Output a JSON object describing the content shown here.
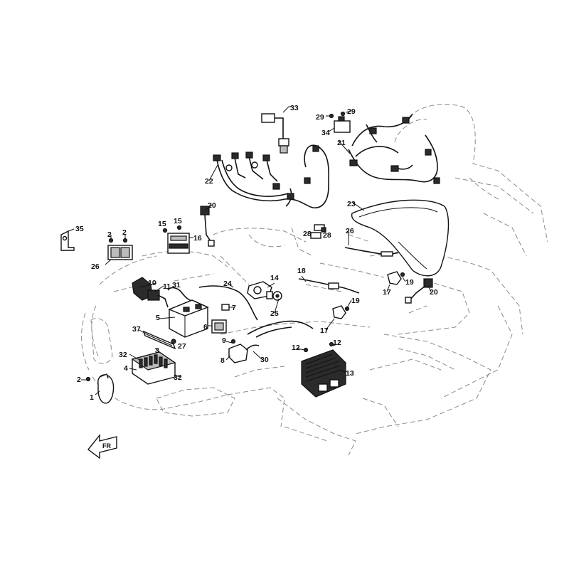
{
  "callouts": {
    "c33": "33",
    "c29a": "29",
    "c29b": "29",
    "c34": "34",
    "c21": "21",
    "c22": "22",
    "c20a": "20",
    "c35": "35",
    "c15a": "15",
    "c15b": "15",
    "c16": "16",
    "c2a": "2",
    "c2b": "2",
    "c26a": "26",
    "c23": "23",
    "c28a": "28",
    "c28b": "28",
    "c26b": "26",
    "c10": "10",
    "c11": "11",
    "c31": "31",
    "c24": "24",
    "c14": "14",
    "c18": "18",
    "c17a": "17",
    "c19a": "19",
    "c20b": "20",
    "c7": "7",
    "c5": "5",
    "c6": "6",
    "c25": "25",
    "c19b": "19",
    "c17b": "17",
    "c37": "37",
    "c27": "27",
    "c3": "3",
    "c32a": "32",
    "c9": "9",
    "c8": "8",
    "c30": "30",
    "c12a": "12",
    "c12b": "12",
    "c4": "4",
    "c32b": "32",
    "c13": "13",
    "c2c": "2",
    "c1": "1"
  },
  "direction_arrow": {
    "label": "FR",
    "icon": "front-direction-arrow-icon"
  }
}
